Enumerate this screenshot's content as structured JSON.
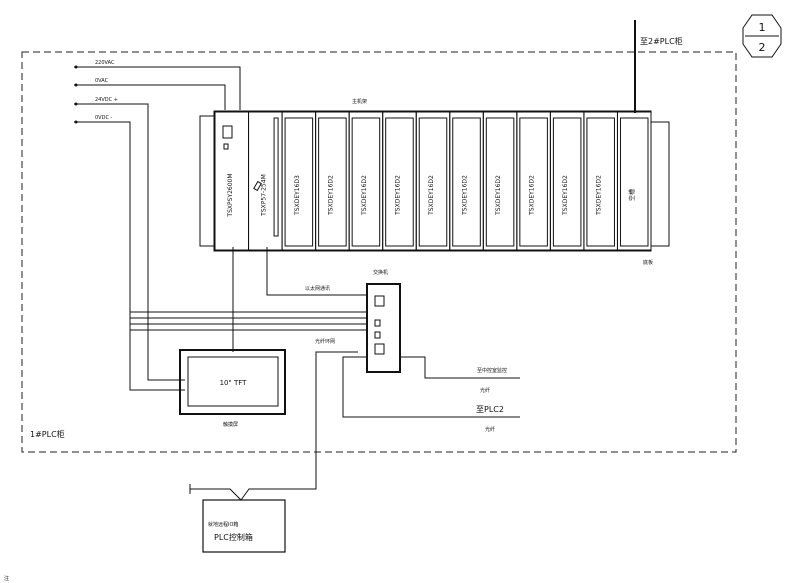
{
  "sheet": {
    "current": "1",
    "total": "2"
  },
  "panels": {
    "main": "1#PLC柜",
    "remote": "至2#PLC柜"
  },
  "power_feeds": [
    "220VAC",
    "0VAC",
    "24VDC +",
    "0VDC -"
  ],
  "rack": {
    "title": "主机架",
    "right_label": "底板",
    "modules": [
      "TSXPSY2600M",
      "TSXP57-254M",
      "TSXDEY16D3",
      "TSXDEY16D2",
      "TSXDEY16D2",
      "TSXDEY16D2",
      "TSXDEY16D2",
      "TSXDEY16D2",
      "TSXDEY16D2",
      "TSXDEY16D2",
      "TSXDEY16D2",
      "TSXDEY16D2",
      "空槽"
    ]
  },
  "switch": {
    "label": "交换机"
  },
  "hmi": {
    "screen": "10\" TFT",
    "label": "触摸屏"
  },
  "links": {
    "ethernet": "以太网通讯",
    "fiber": "光纤环网",
    "to_scada": "至中控室监控",
    "fiber1": "光纤",
    "to_plc2": "至PLC2",
    "fiber2": "光纤"
  },
  "field_box": {
    "line1": "就地远程IO箱",
    "line2": "PLC控制箱"
  },
  "footnote": "注"
}
